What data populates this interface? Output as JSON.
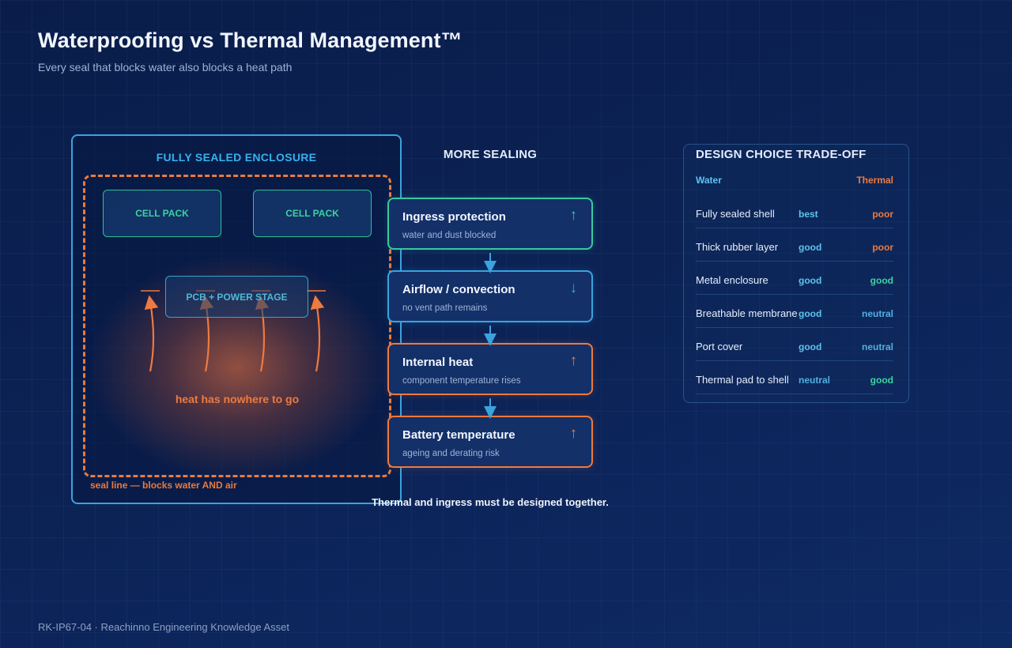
{
  "header": {
    "title": "Waterproofing vs Thermal Management™",
    "subtitle": "Every seal that blocks water also blocks a heat path"
  },
  "enclosure": {
    "title": "FULLY SEALED ENCLOSURE",
    "cells": [
      "CELL PACK",
      "CELL PACK"
    ],
    "pcb": "PCB + POWER STAGE",
    "heat_text": "heat has nowhere to go",
    "seal_text": "seal line — blocks water AND air"
  },
  "chain": {
    "title": "MORE SEALING",
    "steps": [
      {
        "label": "Ingress protection",
        "sub": "water and dust blocked",
        "arrow": "↑",
        "color": "#37c9a0"
      },
      {
        "label": "Airflow / convection",
        "sub": "no vent path remains",
        "arrow": "↓",
        "color": "#3aa3de"
      },
      {
        "label": "Internal heat",
        "sub": "component temperature rises",
        "arrow": "↑",
        "color": "#ee7a3f"
      },
      {
        "label": "Battery temperature",
        "sub": "ageing and derating risk",
        "arrow": "↑",
        "color": "#ee7a3f"
      }
    ],
    "note": "Thermal and ingress must be designed together."
  },
  "tradeoff": {
    "title": "DESIGN CHOICE TRADE-OFF",
    "col_water": "Water",
    "col_thermal": "Thermal",
    "rows": [
      {
        "name": "Fully sealed shell",
        "water": "best",
        "thermal": "poor"
      },
      {
        "name": "Thick rubber layer",
        "water": "good",
        "thermal": "poor"
      },
      {
        "name": "Metal enclosure",
        "water": "good",
        "thermal": "good"
      },
      {
        "name": "Breathable membrane",
        "water": "good",
        "thermal": "neutral"
      },
      {
        "name": "Port cover",
        "water": "good",
        "thermal": "neutral"
      },
      {
        "name": "Thermal pad to shell",
        "water": "neutral",
        "thermal": "good"
      }
    ],
    "rating_colors": {
      "water": "#5cc4ef",
      "good": "#3ad4a0",
      "poor": "#ee7a3f",
      "neutral": "#4fb0e0"
    }
  },
  "footer": "RK-IP67-04 · Reachinno Engineering Knowledge Asset"
}
